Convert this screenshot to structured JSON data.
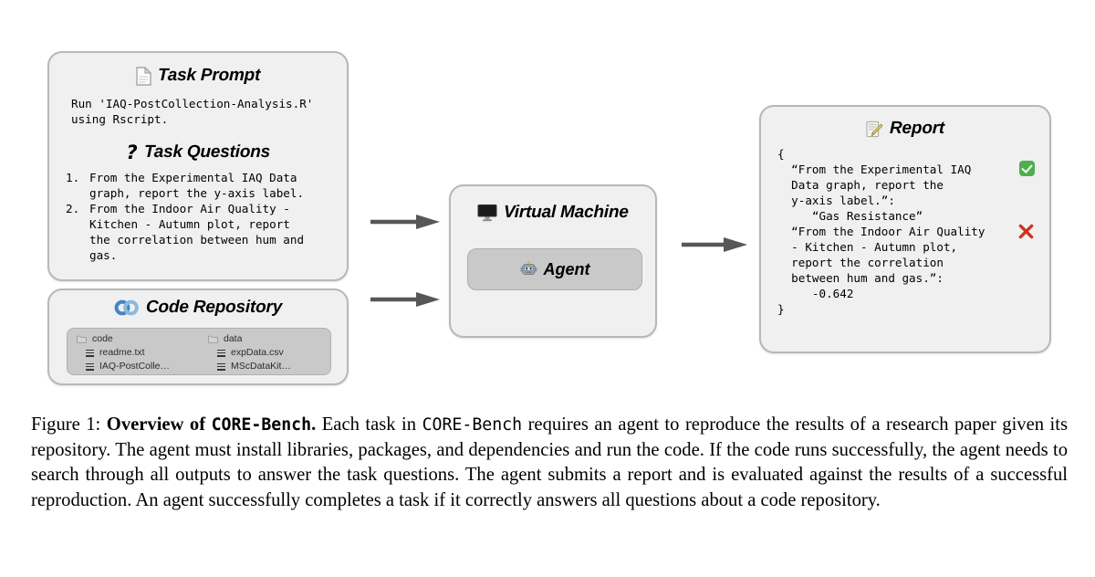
{
  "figure": {
    "caption_label": "Figure 1:",
    "caption_bold_a": "Overview of ",
    "caption_bold_mono": "CORE-Bench",
    "caption_bold_b": ".",
    "caption_rest_1": " Each task in ",
    "caption_mono_2": "CORE-Bench",
    "caption_rest_2": " requires an agent to reproduce the results of a research paper given its repository. The agent must install libraries, packages, and dependencies and run the code. If the code runs successfully, the agent needs to search through all outputs to answer the task questions. The agent submits a report and is evaluated against the results of a successful reproduction. An agent successfully completes a task if it correctly answers all questions about a code repository."
  },
  "task_prompt": {
    "icon": "document-icon",
    "title": "Task Prompt",
    "prompt_line_1": "Run 'IAQ-PostCollection-Analysis.R'",
    "prompt_line_2": "using Rscript.",
    "questions_icon": "?",
    "questions_title": "Task Questions",
    "questions": [
      {
        "num": "1.",
        "text": "From the Experimental IAQ Data graph, report the y-axis label."
      },
      {
        "num": "2.",
        "text": "From the Indoor Air Quality - Kitchen - Autumn plot, report the correlation between hum and gas."
      }
    ]
  },
  "code_repository": {
    "icon": "code-ocean-logo-icon",
    "title": "Code Repository",
    "columns": [
      {
        "folder": "code",
        "files": [
          "readme.txt",
          "IAQ-PostColle…"
        ]
      },
      {
        "folder": "data",
        "files": [
          "expData.csv",
          "MScDataKit…"
        ]
      }
    ]
  },
  "virtual_machine": {
    "icon": "monitor-icon",
    "title": "Virtual Machine",
    "agent": {
      "icon": "robot-icon",
      "label": "Agent"
    }
  },
  "report": {
    "icon": "memo-icon",
    "title": "Report",
    "open_brace": "{",
    "close_brace": "}",
    "entries": [
      {
        "key_lines": [
          "  “From the Experimental IAQ",
          "  Data graph, report the",
          "  y-axis label.”:"
        ],
        "value_line": "     “Gas Resistance”",
        "status": "correct",
        "status_icon": "check-icon"
      },
      {
        "key_lines": [
          "  “From the Indoor Air Quality",
          "  - Kitchen - Autumn plot,",
          "  report the correlation",
          "  between hum and gas.”:"
        ],
        "value_line": "     -0.642",
        "status": "incorrect",
        "status_icon": "cross-icon"
      }
    ]
  },
  "arrows": [
    {
      "name": "arrow-prompt-to-vm"
    },
    {
      "name": "arrow-repo-to-vm"
    },
    {
      "name": "arrow-vm-to-report"
    }
  ],
  "colors": {
    "panel_bg": "#f0f0f0",
    "panel_border": "#b6b8ba",
    "inner_box_bg": "#c9c9c9",
    "arrow": "#555759",
    "logo_blue": "#5b9bd5",
    "check_green": "#4caf50",
    "cross_red": "#cc3322"
  }
}
